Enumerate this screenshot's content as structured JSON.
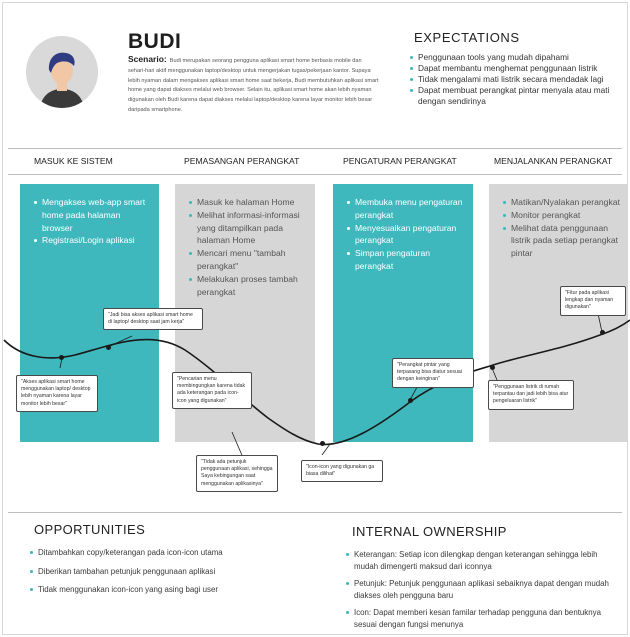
{
  "persona": {
    "name": "BUDI",
    "scenario_label": "Scenario:",
    "scenario_text": "Budi merupakan seorang pengguna aplikasi smart home berbasis mobile dan sehari-hari aktif menggunakan laptop/desktop untuk mengerjakan tugas/pekerjaan kantor. Supaya lebih nyaman dalam mengakses aplikasi smart home saat bekerja, Budi membutuhkan aplikasi smart home yang dapat diakses melalui web browser. Selain itu, aplikasi smart home akan lebih nyaman digunakan oleh Budi karena dapat diakses melalui laptop/desktop karena layar monitor lebih besar daripada smartphone."
  },
  "expectations": {
    "title": "EXPECTATIONS",
    "items": [
      "Penggunaan tools yang mudah dipahami",
      "Dapat membantu menghemat penggunaan listrik",
      "Tidak mengalami mati listrik secara mendadak lagi",
      "Dapat membuat perangkat pintar menyala atau mati dengan sendirinya"
    ]
  },
  "stages": [
    {
      "title": "MASUK KE SISTEM",
      "style": "teal",
      "items": [
        "Mengakses web-app smart home pada halaman browser",
        "Registrasi/Login aplikasi"
      ]
    },
    {
      "title": "PEMASANGAN PERANGKAT",
      "style": "grey",
      "items": [
        "Masuk ke halaman Home",
        "Melihat informasi-informasi yang ditampilkan pada halaman Home",
        "Mencari menu \"tambah perangkat\"",
        "Melakukan proses tambah perangkat"
      ]
    },
    {
      "title": "PENGATURAN PERANGKAT",
      "style": "teal",
      "items": [
        "Membuka menu pengaturan perangkat",
        "Menyesuaikan pengaturan perangkat",
        "Simpan pengaturan perangkat"
      ]
    },
    {
      "title": "MENJALANKAN PERANGKAT",
      "style": "grey",
      "items": [
        "Matikan/Nyalakan perangkat",
        "Monitor perangkat",
        "Melihat data penggunaan listrik pada setiap perangkat pintar"
      ]
    }
  ],
  "journey_notes": [
    "\"Jadi bisa akses aplikasi smart home di laptop/ desktop saat jam kerja\"",
    "\"Akses aplikasi smart home menggunakan laptop/ desktop lebih nyaman karena layar monitor lebih besar\"",
    "\"Pencarian menu membingungkan karena tidak ada keterangan pada icon-icon yang digunakan\"",
    "\"Tidak ada petunjuk penggunaan aplikasi, sehingga Saya kebingungan saat menggunakan aplikasinya\"",
    "\"Icon-icon yang digunakan ga biasa dilihat\"",
    "\"Perangkat pintar yang terpasang bisa diatur sesuai dengan keinginan\"",
    "\"Penggunaan listrik di rumah terpantau dan jadi lebih bisa atur pengeluaran listrik\"",
    "\"Fitur pada aplikasi lengkap dan nyaman digunakan\""
  ],
  "opportunities": {
    "title": "OPPORTUNITIES",
    "items": [
      "Ditambahkan copy/keterangan pada icon-icon utama",
      "Diberikan tambahan petunjuk penggunaan aplikasi",
      "Tidak menggunakan icon-icon yang asing bagi user"
    ]
  },
  "ownership": {
    "title": "INTERNAL OWNERSHIP",
    "items": [
      "Keterangan: Setiap icon dilengkap dengan keterangan sehingga lebih mudah dimengerti maksud dari iconnya",
      "Petunjuk: Petunjuk penggunaan aplikasi sebaiknya dapat dengan mudah diakses oleh pengguna baru",
      "Icon: Dapat memberi kesan familar terhadap pengguna dan bentuknya sesuai dengan fungsi menunya"
    ]
  },
  "colors": {
    "teal": "#3fb8bd",
    "grey": "#d6d6d6",
    "skin": "#f2c7a5",
    "hair": "#2f3c82",
    "shirt": "#3a3a3a",
    "curve": "#1a1a1a"
  }
}
